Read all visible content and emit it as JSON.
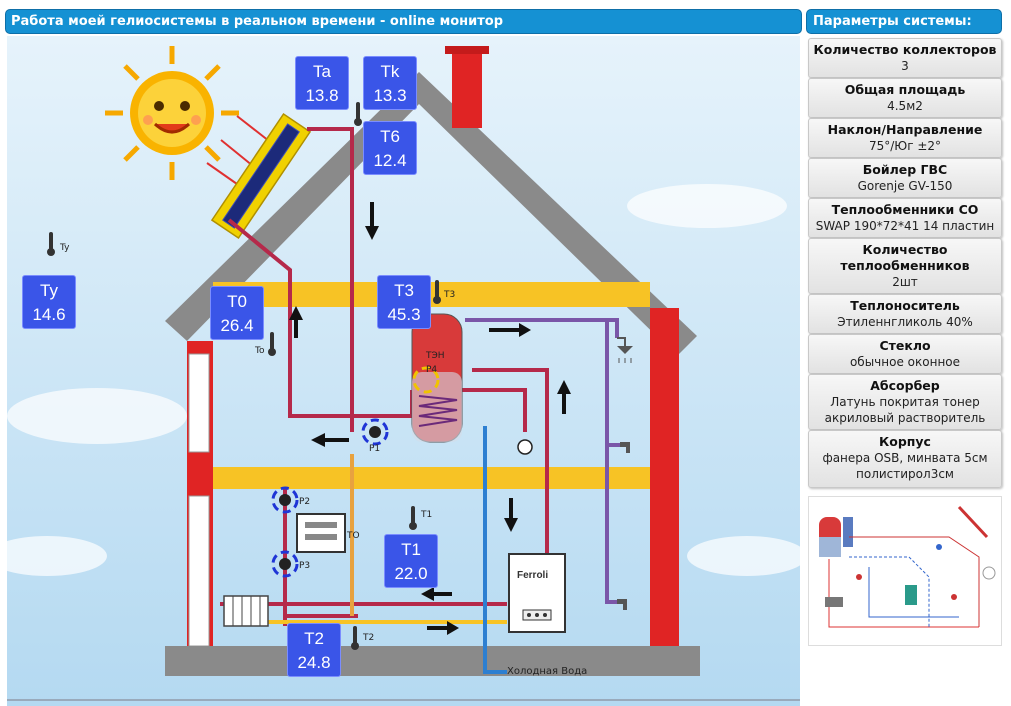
{
  "left_header": "Работа моей гелиосистемы в реальном времени - online монитор",
  "right_header": "Параметры системы:",
  "params": [
    {
      "label": "Количество коллекторов",
      "value": "3"
    },
    {
      "label": "Общая площадь",
      "value": "4.5м2"
    },
    {
      "label": "Наклон/Направление",
      "value": "75°/Юг ±2°"
    },
    {
      "label": "Бойлер ГВС",
      "value": "Gorenje GV-150"
    },
    {
      "label": "Теплообменники СО",
      "value": "SWAP 190*72*41 14 пластин"
    },
    {
      "label": "Количество теплообменников",
      "value": "2шт"
    },
    {
      "label": "Теплоноситель",
      "value": "Этиленнгликоль 40%"
    },
    {
      "label": "Стекло",
      "value": "обычное оконное"
    },
    {
      "label": "Абсорбер",
      "value": "Латунь покритая тонер акриловый растворитель"
    },
    {
      "label": "Корпус",
      "value": "фанера OSB, минвата 5см полистирол3см"
    }
  ],
  "sensors": {
    "ta": {
      "name": "Ta",
      "value": "13.8"
    },
    "tk": {
      "name": "Tk",
      "value": "13.3"
    },
    "t6": {
      "name": "T6",
      "value": "12.4"
    },
    "ty": {
      "name": "Ty",
      "value": "14.6"
    },
    "t0": {
      "name": "T0",
      "value": "26.4"
    },
    "t3": {
      "name": "T3",
      "value": "45.3"
    },
    "t1": {
      "name": "T1",
      "value": "22.0"
    },
    "t2": {
      "name": "T2",
      "value": "24.8"
    }
  },
  "diagram_labels": {
    "ty": "Ty",
    "tk": "Tk",
    "t3": "T3",
    "to": "To",
    "t1": "T1",
    "t2": "T2",
    "ten": "ТЭН",
    "p4": "P4",
    "p1": "P1",
    "p2": "P2",
    "p3": "P3",
    "to_unit": "TO",
    "boiler_brand": "Ferroli",
    "cold_water": "Холодная Вода"
  },
  "colors": {
    "accent": "#1591d3",
    "sensor_box": "#3a55e8",
    "pipe_hot": "#b5294a",
    "pipe_cold": "#2d7fd1",
    "house_red": "#e02424"
  }
}
